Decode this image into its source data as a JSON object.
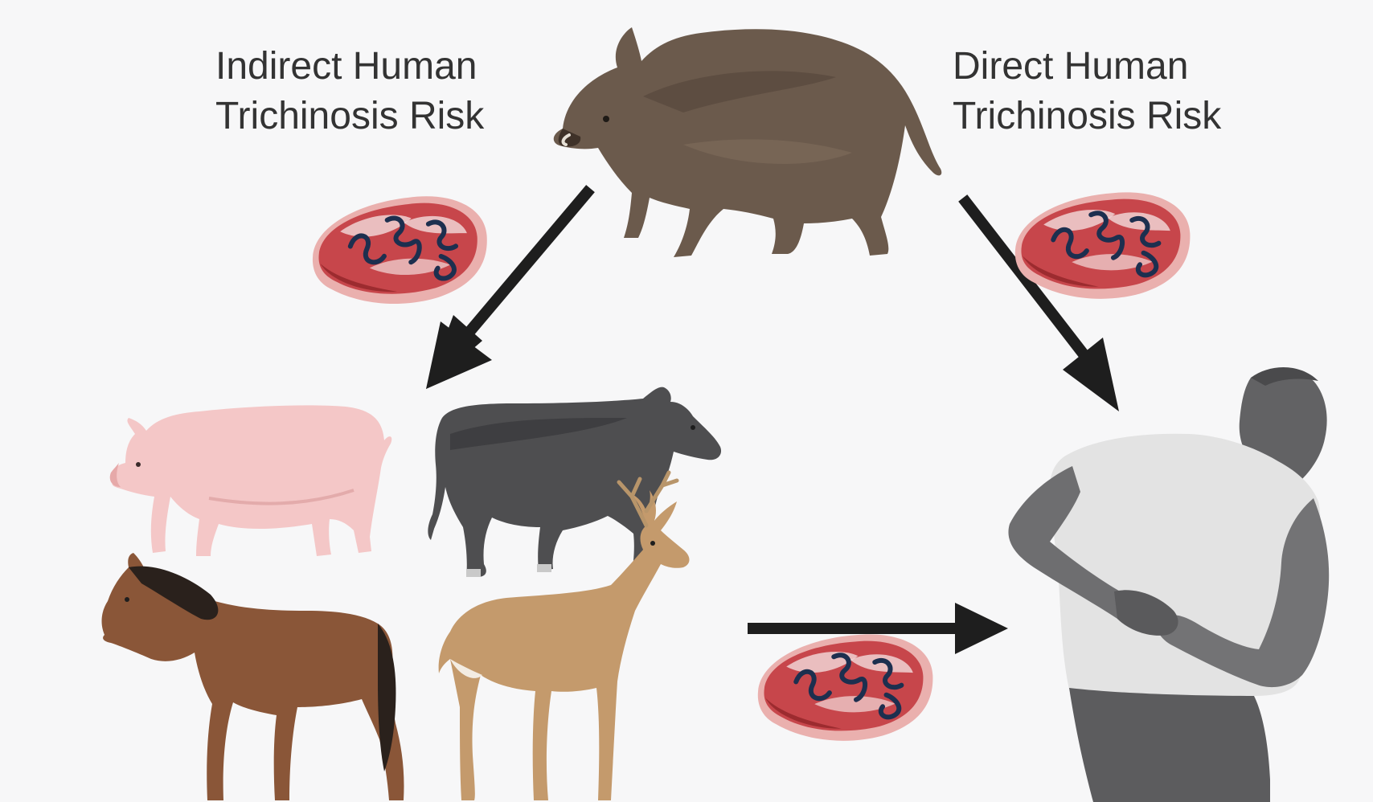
{
  "labels": {
    "indirect": {
      "line1": "Indirect Human",
      "line2": "Trichinosis Risk"
    },
    "direct": {
      "line1": "Direct Human",
      "line2": "Trichinosis Risk"
    }
  },
  "nodes": [
    {
      "id": "wild-boar",
      "icon": "wild-boar-icon"
    },
    {
      "id": "domestic-pig",
      "icon": "pig-icon"
    },
    {
      "id": "cattle",
      "icon": "bull-icon"
    },
    {
      "id": "horse",
      "icon": "horse-icon"
    },
    {
      "id": "deer",
      "icon": "deer-icon"
    },
    {
      "id": "human",
      "icon": "sick-person-icon"
    }
  ],
  "edges": [
    {
      "from": "wild-boar",
      "to": "other-animals",
      "via": "infected-meat-icon"
    },
    {
      "from": "wild-boar",
      "to": "human",
      "via": "infected-meat-icon"
    },
    {
      "from": "other-animals",
      "to": "human",
      "via": "infected-meat-icon"
    }
  ],
  "colors": {
    "background": "#f7f7f8",
    "arrow": "#1e1e1e",
    "meat": "#c7464b",
    "worm": "#1d2f4f",
    "boar": "#6b5a4c",
    "pig": "#f4c7c7",
    "bull": "#4e4e50",
    "horse": "#8a5638",
    "deer": "#c49a6c",
    "person": "#7a7a7a"
  }
}
